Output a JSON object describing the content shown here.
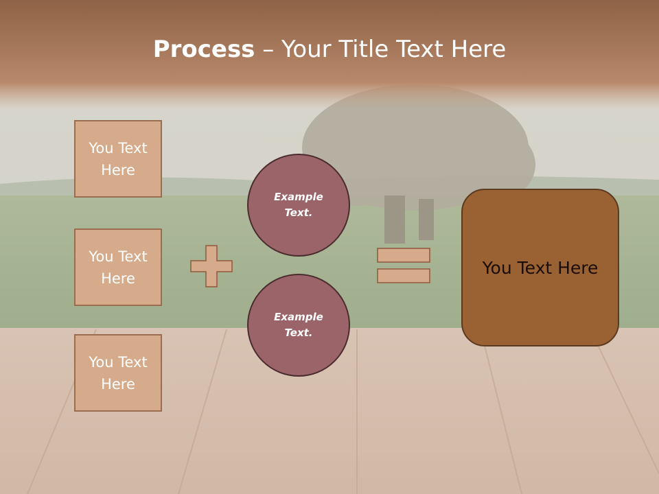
{
  "title": {
    "bold": "Process",
    "rest": " – Your Title Text Here"
  },
  "left_boxes": [
    {
      "label": "You Text\nHere"
    },
    {
      "label": "You Text\nHere"
    },
    {
      "label": "You Text\nHere"
    }
  ],
  "circles": [
    {
      "label": "Example\nText."
    },
    {
      "label": "Example\nText."
    }
  ],
  "result": {
    "label": "You Text Here"
  },
  "operators": {
    "plus": "plus-icon",
    "equals": "equals-icon"
  },
  "colors": {
    "box_fill": "#d6ab8b",
    "circle_fill": "#9b6469",
    "result_fill": "#9a6132",
    "title_band": "#a97a58"
  }
}
